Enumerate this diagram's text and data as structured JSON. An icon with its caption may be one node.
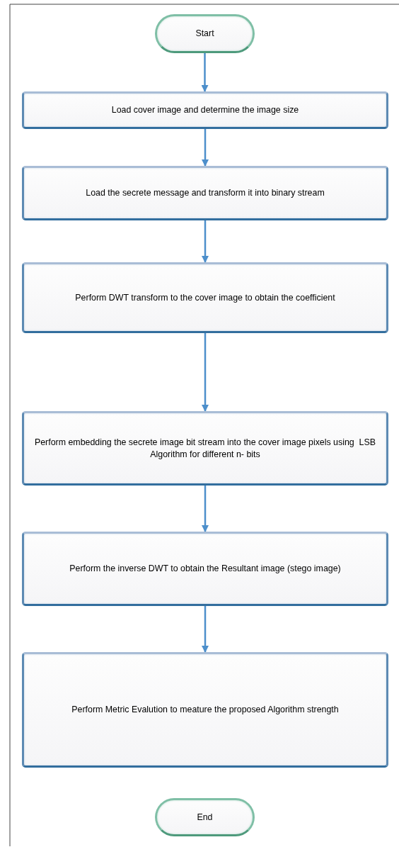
{
  "diagram": {
    "nodes": [
      {
        "text": [
          "Start"
        ]
      },
      {
        "text": [
          "Load cover image and determine the image size"
        ]
      },
      {
        "text": [
          "Load the secrete message and transform it into binary stream"
        ]
      },
      {
        "text": [
          "Perform DWT transform to the cover image to obtain the coefficient"
        ]
      },
      {
        "text": [
          "Perform embedding the secrete image bit stream into the cover image pixels using  LSB Algorithm for different n- bits"
        ]
      },
      {
        "text": [
          "Perform the inverse DWT to obtain the Resultant image (stego image)"
        ]
      },
      {
        "text": [
          "Perform Metric Evalution to meature the proposed Algorithm strength"
        ]
      },
      {
        "text": [
          "End"
        ]
      }
    ],
    "edges": [
      {
        "from": 0,
        "to": 1,
        "arrow": "to"
      },
      {
        "from": 1,
        "to": 2,
        "arrow": "to"
      },
      {
        "from": 2,
        "to": 3,
        "arrow": "to"
      },
      {
        "from": 3,
        "to": 4,
        "arrow": "to"
      },
      {
        "from": 4,
        "to": 5,
        "arrow": "to"
      },
      {
        "from": 5,
        "to": 6,
        "arrow": "to"
      }
    ]
  }
}
